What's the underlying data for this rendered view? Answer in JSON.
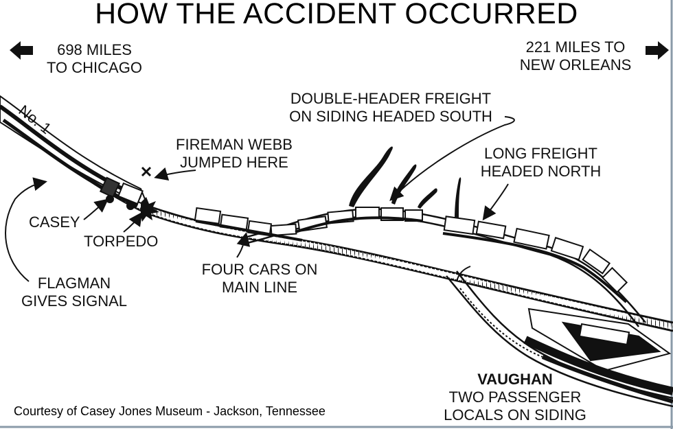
{
  "title": "HOW THE ACCIDENT OCCURRED",
  "direction_left": {
    "line1": "698 MILES",
    "line2": "TO CHICAGO",
    "icon": "arrow-left-icon"
  },
  "direction_right": {
    "line1": "221 MILES TO",
    "line2": "NEW ORLEANS",
    "icon": "arrow-right-icon"
  },
  "train_label": "No. 1",
  "labels": {
    "double_header": {
      "line1": "DOUBLE-HEADER FREIGHT",
      "line2": "ON SIDING HEADED SOUTH"
    },
    "fireman_webb": {
      "line1": "FIREMAN WEBB",
      "line2": "JUMPED HERE"
    },
    "long_freight": {
      "line1": "LONG FREIGHT",
      "line2": "HEADED NORTH"
    },
    "casey": "CASEY",
    "torpedo": "TORPEDO",
    "flagman": {
      "line1": "FLAGMAN",
      "line2": "GIVES SIGNAL"
    },
    "four_cars": {
      "line1": "FOUR CARS ON",
      "line2": "MAIN LINE"
    },
    "vaughan": {
      "line1": "VAUGHAN",
      "line2": "TWO PASSENGER",
      "line3": "LOCALS ON SIDING"
    }
  },
  "credit": "Courtesy of Casey Jones Museum - Jackson, Tennessee",
  "colors": {
    "ink": "#111111",
    "background": "#ffffff",
    "frame": "#8a9aa8"
  }
}
